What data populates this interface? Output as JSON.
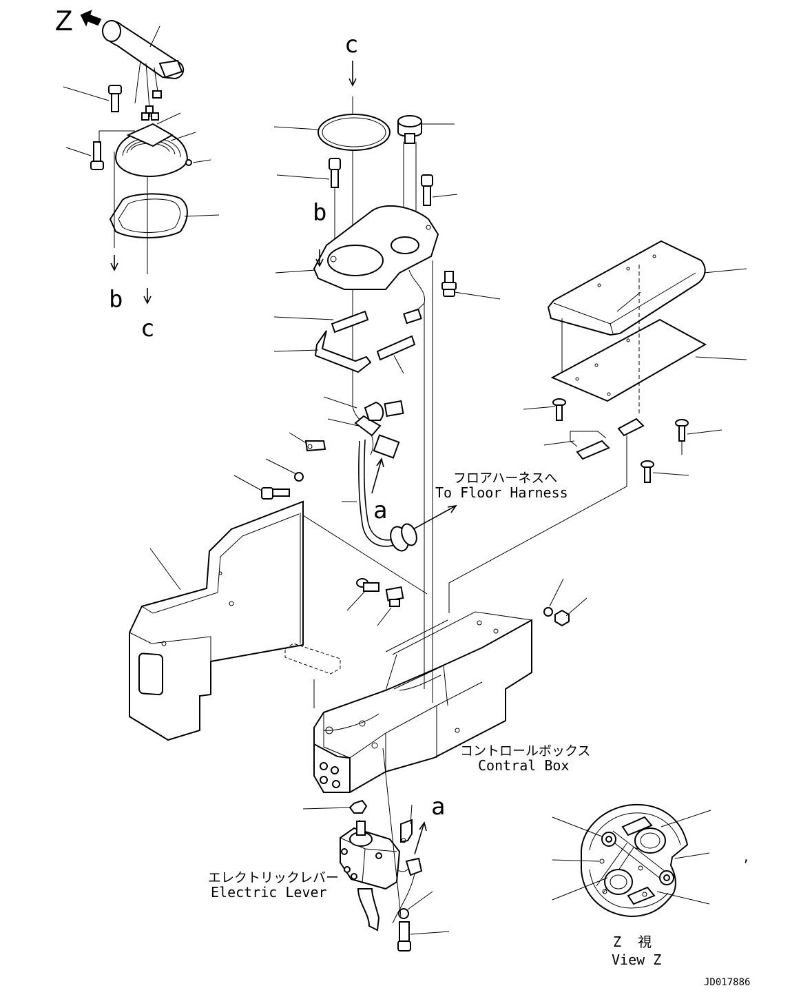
{
  "view_marker": "Z",
  "flow_letters": {
    "c_top": "c",
    "b_left": "b",
    "c_left": "c",
    "b_mid": "b",
    "a_mid": "a",
    "a_low": "a"
  },
  "floor_harness": {
    "jp": "フロアハーネスへ",
    "en": "To Floor Harness"
  },
  "control_box": {
    "jp": "コントロールボックス",
    "en": "Contral Box"
  },
  "electric_lever": {
    "jp": "エレクトリックレバー",
    "en": "Electric Lever"
  },
  "view_z": {
    "jp": "Z  視",
    "en": "View Z"
  },
  "comma_mark": ",",
  "drawing_code": "JD017886"
}
